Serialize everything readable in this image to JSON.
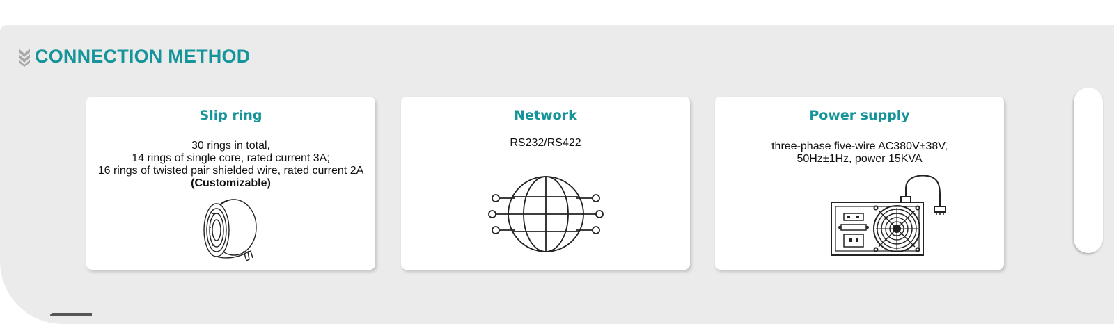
{
  "section": {
    "title": "CONNECTION METHOD",
    "icon": "double-chevron-down-icon",
    "accent_color": "#15949a"
  },
  "cards": [
    {
      "title": "Slip ring",
      "lines": [
        "30 rings in total,",
        "14 rings of single core, rated current 3A;",
        "16 rings of twisted pair shielded wire, rated current 2A"
      ],
      "note": "(Customizable)",
      "icon": "slip-ring-icon"
    },
    {
      "title": "Network",
      "lines": [
        "RS232/RS422"
      ],
      "icon": "globe-network-icon"
    },
    {
      "title": "Power supply",
      "lines": [
        "three-phase five-wire AC380V±38V,",
        "50Hz±1Hz, power 15KVA"
      ],
      "icon": "power-supply-unit-icon"
    }
  ]
}
